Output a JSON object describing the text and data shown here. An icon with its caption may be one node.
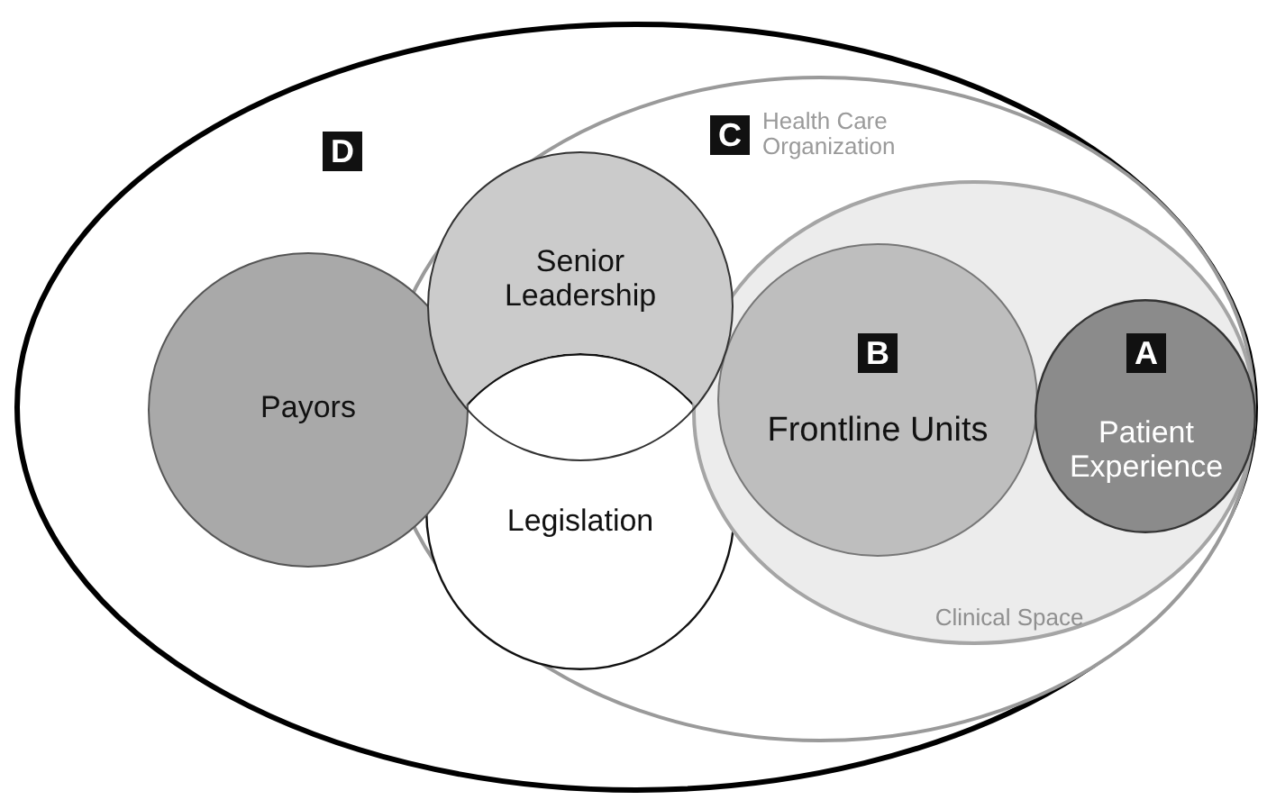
{
  "diagram": {
    "nodes": [
      {
        "text": [
          "D"
        ]
      },
      {
        "text": [
          "C",
          "Health Care Organization"
        ],
        "in": 0
      },
      {
        "text": [
          "Payors"
        ],
        "in": 0
      },
      {
        "text": [
          "Senior Leadership"
        ],
        "in": 1
      },
      {
        "text": [
          "Legislation"
        ],
        "in": 1
      },
      {
        "text": [
          "Clinical Space"
        ],
        "in": 1
      },
      {
        "text": [
          "B",
          "Frontline Units"
        ],
        "in": 5
      },
      {
        "text": [
          "A",
          "Patient Experience"
        ],
        "in": 5
      }
    ]
  }
}
